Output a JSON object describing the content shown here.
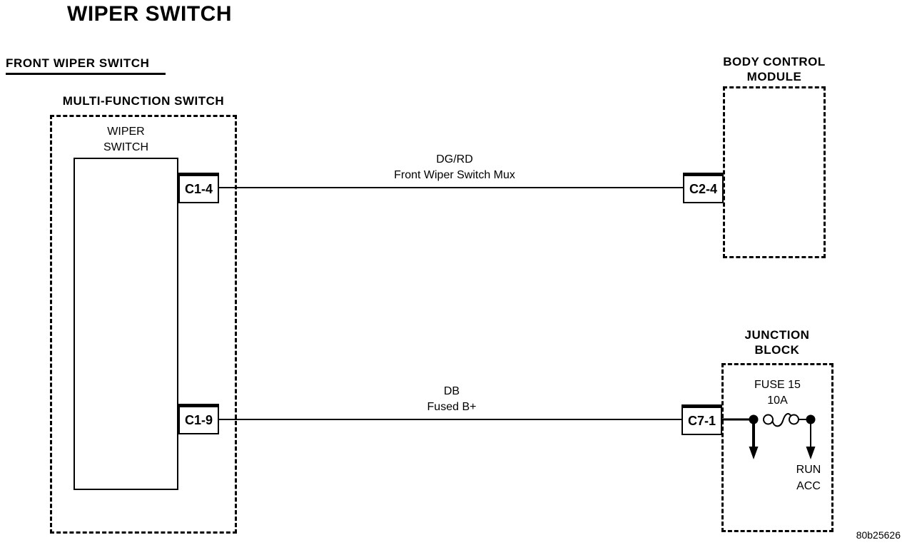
{
  "title": "WIPER SWITCH",
  "section_label": "FRONT WIPER SWITCH",
  "multi_function_switch": {
    "label": "MULTI-FUNCTION SWITCH",
    "inner_switch": {
      "line1": "WIPER",
      "line2": "SWITCH"
    },
    "connector_top": "C1-4",
    "connector_bottom": "C1-9"
  },
  "wires": {
    "top": {
      "color": "DG/RD",
      "circuit": "Front Wiper Switch Mux"
    },
    "bottom": {
      "color": "DB",
      "circuit": "Fused B+"
    }
  },
  "body_control_module": {
    "line1": "BODY CONTROL",
    "line2": "MODULE",
    "connector": "C2-4"
  },
  "junction_block": {
    "line1": "JUNCTION",
    "line2": "BLOCK",
    "connector": "C7-1",
    "fuse": {
      "line1": "FUSE 15",
      "line2": "10A"
    },
    "outputs": {
      "line1": "RUN",
      "line2": "ACC"
    }
  },
  "figure_code": "80b25626"
}
